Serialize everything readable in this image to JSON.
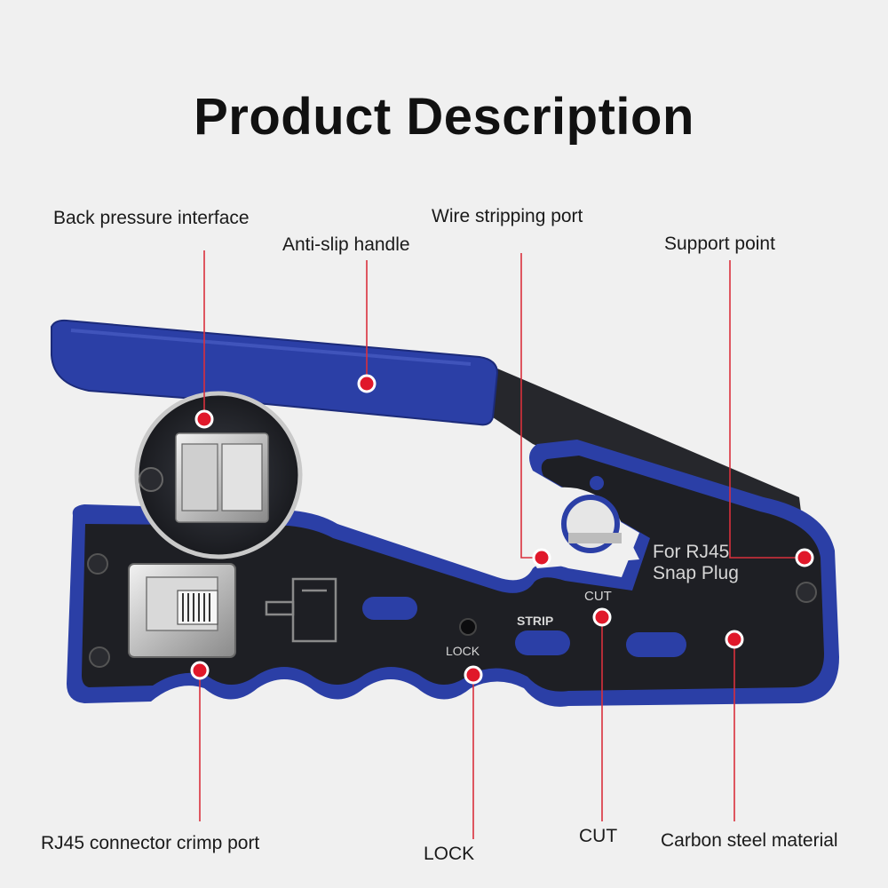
{
  "title": "Product Description",
  "callouts": {
    "back_pressure": "Back pressure interface",
    "anti_slip": "Anti-slip handle",
    "wire_strip": "Wire stripping port",
    "support": "Support point",
    "crimp_port": "RJ45 connector crimp port",
    "lock": "LOCK",
    "cut": "CUT",
    "carbon": "Carbon steel material"
  },
  "tool_markings": {
    "line1": "For RJ45",
    "line2": "Snap Plug",
    "strip": "STRIP",
    "cut": "CUT",
    "lock": "LOCK"
  },
  "colors": {
    "handle_blue": "#2b3fa6",
    "body_black": "#1e1f24",
    "marker_red": "#e0182a",
    "leader_red": "#d9303c"
  }
}
